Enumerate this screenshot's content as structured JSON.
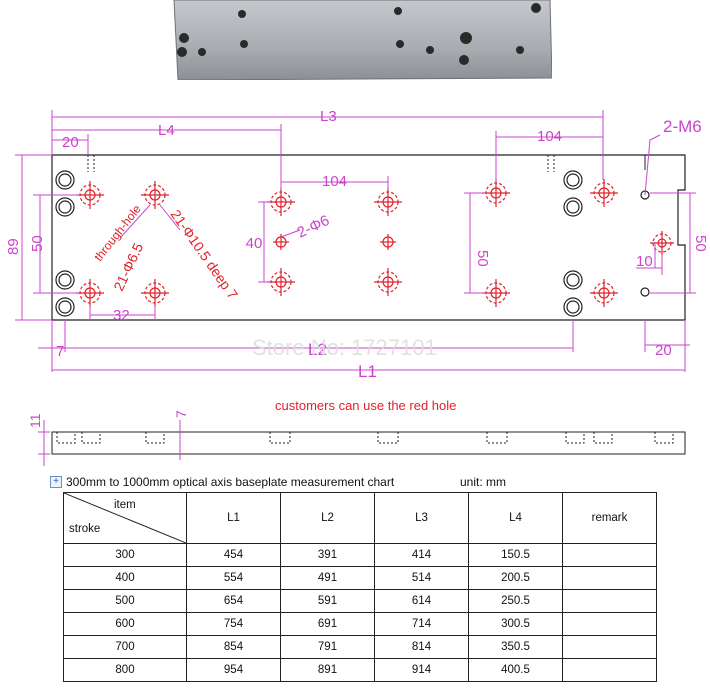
{
  "drawing": {
    "dim_L3": "L3",
    "dim_L4": "L4",
    "dim_20_top": "20",
    "dim_104_left": "104",
    "dim_104_right": "104",
    "dim_2M6": "2-M6",
    "dim_89": "89",
    "dim_50_left": "50",
    "dim_40": "40",
    "dim_2phi6": "2-Φ6",
    "dim_50_mid": "50",
    "dim_50_right": "50",
    "dim_10": "10",
    "dim_32": "32",
    "dim_7_bottom": "7",
    "dim_20_bottom": "20",
    "dim_L2": "L2",
    "dim_L1": "L1",
    "note_through_hole": "through-hole",
    "note_21_phi6_5": "21-Φ6.5",
    "note_21_phi10_5": "21-Φ10.5 deep 7",
    "red_hole_note": "customers can use the red hole",
    "side_dim_11": "11",
    "side_dim_7": "7",
    "watermark": "Store No: 1727101"
  },
  "table": {
    "caption": "300mm to 1000mm optical axis baseplate measurement chart",
    "unit": "unit: mm",
    "header_item": "item",
    "header_stroke": "stroke",
    "columns": [
      "L1",
      "L2",
      "L3",
      "L4",
      "remark"
    ],
    "rows": [
      {
        "stroke": "300",
        "L1": "454",
        "L2": "391",
        "L3": "414",
        "L4": "150.5",
        "remark": ""
      },
      {
        "stroke": "400",
        "L1": "554",
        "L2": "491",
        "L3": "514",
        "L4": "200.5",
        "remark": ""
      },
      {
        "stroke": "500",
        "L1": "654",
        "L2": "591",
        "L3": "614",
        "L4": "250.5",
        "remark": ""
      },
      {
        "stroke": "600",
        "L1": "754",
        "L2": "691",
        "L3": "714",
        "L4": "300.5",
        "remark": ""
      },
      {
        "stroke": "700",
        "L1": "854",
        "L2": "791",
        "L3": "814",
        "L4": "350.5",
        "remark": ""
      },
      {
        "stroke": "800",
        "L1": "954",
        "L2": "891",
        "L3": "914",
        "L4": "400.5",
        "remark": ""
      }
    ]
  },
  "colors": {
    "dimension": "#cc44cc",
    "hole_red": "#e0222a",
    "note_red": "#e0222a",
    "outline": "#222222",
    "plate": "#a9acb0"
  }
}
